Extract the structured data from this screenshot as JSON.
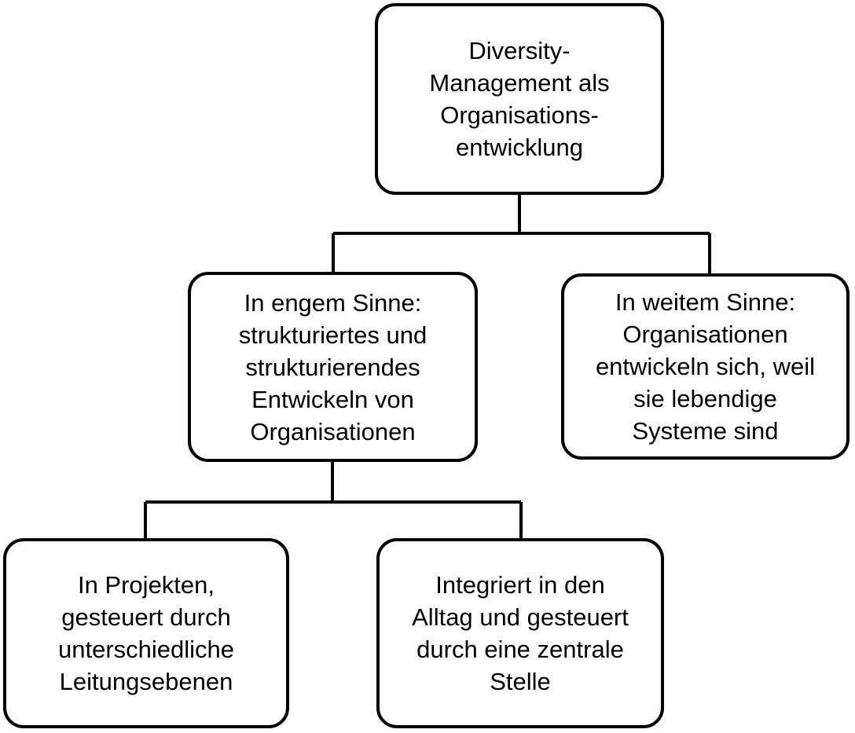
{
  "diagram": {
    "colors": {
      "background": "#ffffff",
      "box_fill": "#ffffff",
      "box_border": "#000000",
      "text": "#000000",
      "connector": "#000000"
    },
    "nodes": {
      "root": {
        "label": "Diversity-\nManagement als\nOrganisations-\nentwicklung"
      },
      "narrow_sense": {
        "label": "In engem Sinne:\nstrukturiertes und\nstrukturierendes\nEntwickeln von\nOrganisationen"
      },
      "wide_sense": {
        "label": "In weitem Sinne:\nOrganisationen\nentwickeln sich, weil\nsie lebendige\nSysteme sind"
      },
      "projects": {
        "label": "In Projekten,\ngesteuert durch\nunterschiedliche\nLeitungsebenen"
      },
      "integrated": {
        "label": "Integriert in den\nAlltag und gesteuert\ndurch eine zentrale\nStelle"
      }
    },
    "edges": [
      {
        "from": "root",
        "to": "narrow_sense"
      },
      {
        "from": "root",
        "to": "wide_sense"
      },
      {
        "from": "narrow_sense",
        "to": "projects"
      },
      {
        "from": "narrow_sense",
        "to": "integrated"
      }
    ]
  }
}
